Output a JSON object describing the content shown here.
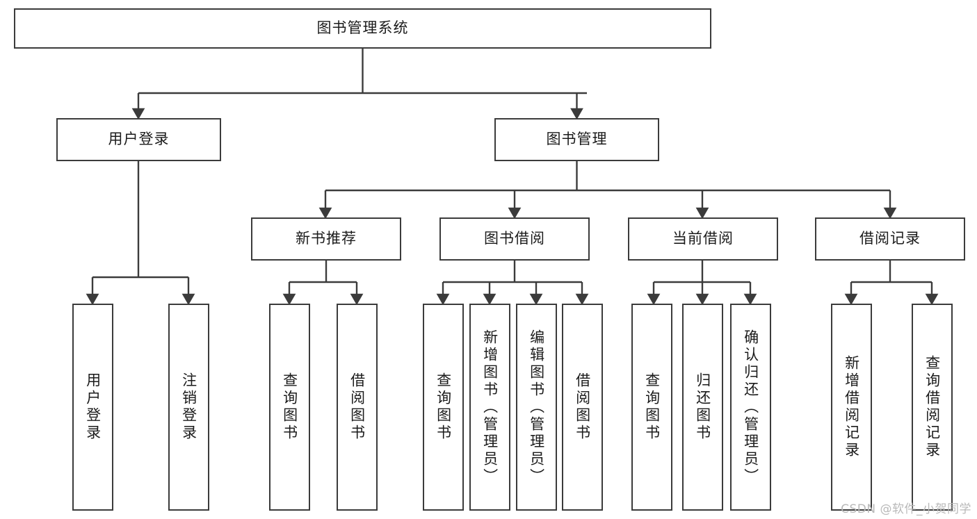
{
  "diagram": {
    "title": "图书管理系统",
    "type": "tree-hierarchy",
    "stroke_color": "#3b3b3b",
    "background_color": "#ffffff",
    "text_color": "#1b1b1b",
    "root": {
      "label": "图书管理系统"
    },
    "level2": [
      {
        "label": "用户登录"
      },
      {
        "label": "图书管理"
      }
    ],
    "level3": [
      {
        "label": "新书推荐"
      },
      {
        "label": "图书借阅"
      },
      {
        "label": "当前借阅"
      },
      {
        "label": "借阅记录"
      }
    ],
    "leaves": {
      "user_login": [
        {
          "label": "用户登录"
        },
        {
          "label": "注销登录"
        }
      ],
      "new_book_recommend": [
        {
          "label": "查询图书"
        },
        {
          "label": "借阅图书"
        }
      ],
      "book_borrow": [
        {
          "label": "查询图书"
        },
        {
          "label": "新增图书（管理员）"
        },
        {
          "label": "编辑图书（管理员）"
        },
        {
          "label": "借阅图书"
        }
      ],
      "current_borrow": [
        {
          "label": "查询图书"
        },
        {
          "label": "归还图书"
        },
        {
          "label": "确认归还（管理员）"
        }
      ],
      "borrow_record": [
        {
          "label": "新增借阅记录"
        },
        {
          "label": "查询借阅记录"
        }
      ]
    }
  },
  "watermark": {
    "text": "CSDN @软件_小贺同学"
  }
}
